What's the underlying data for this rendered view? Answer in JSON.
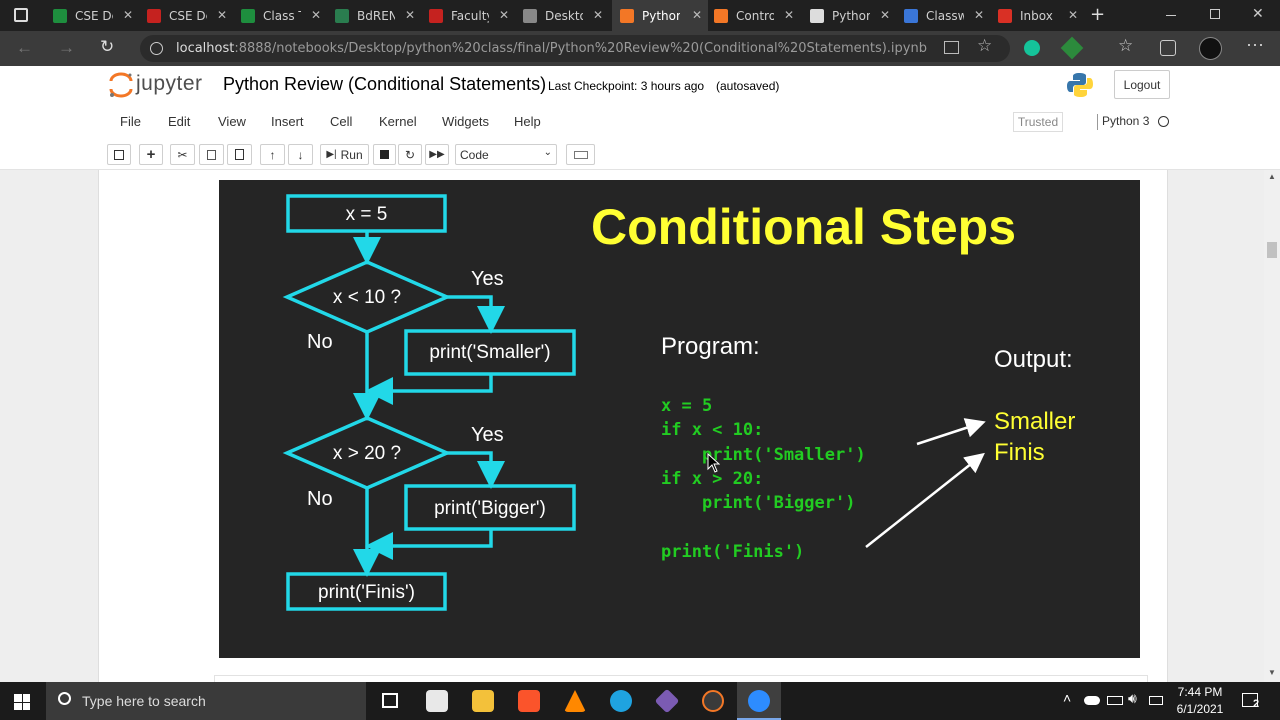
{
  "browser": {
    "tabs": [
      {
        "label": "CSE De",
        "active": false
      },
      {
        "label": "CSE De",
        "active": false
      },
      {
        "label": "Class T",
        "active": false
      },
      {
        "label": "BdREN",
        "active": false
      },
      {
        "label": "Faculty",
        "active": false
      },
      {
        "label": "Deskto",
        "active": false
      },
      {
        "label": "Pythor",
        "active": true
      },
      {
        "label": "Contro",
        "active": false
      },
      {
        "label": "Pythor",
        "active": false
      },
      {
        "label": "Classw",
        "active": false
      },
      {
        "label": "Inbox",
        "active": false
      }
    ],
    "tab_close": "✕",
    "new_tab": "+",
    "address": {
      "host": "localhost",
      "path": ":8888/notebooks/Desktop/python%20class/final/Python%20Review%20(Conditional%20Statements).ipynb"
    }
  },
  "jupyter": {
    "logo_text": "jupyter",
    "notebook_title": "Python Review (Conditional Statements)",
    "checkpoint": "Last Checkpoint: 3 hours ago",
    "autosaved": "(autosaved)",
    "logout_label": "Logout",
    "menu": [
      "File",
      "Edit",
      "View",
      "Insert",
      "Cell",
      "Kernel",
      "Widgets",
      "Help"
    ],
    "trusted_label": "Trusted",
    "kernel_label": "Python 3",
    "run_label": "Run",
    "cell_type": "Code"
  },
  "slide": {
    "title": "Conditional Steps",
    "flow": {
      "assign": "x = 5",
      "cond1": "x < 10 ?",
      "action1": "print('Smaller')",
      "cond2": "x > 20 ?",
      "action2": "print('Bigger')",
      "final": "print('Finis')",
      "yes": "Yes",
      "no": "No"
    },
    "program_label": "Program:",
    "code_lines": [
      "x = 5",
      "if x < 10:",
      "    print('Smaller')",
      "if x > 20:",
      "    print('Bigger')",
      "",
      "print('Finis')"
    ],
    "output_label": "Output:",
    "output_lines": [
      "Smaller",
      "Finis"
    ],
    "colors": {
      "flow": "#22d8e8",
      "title": "#ffff33",
      "code": "#22cc22",
      "output": "#ffff33"
    }
  },
  "taskbar": {
    "search_placeholder": "Type here to search",
    "time": "7:44 PM",
    "date": "6/1/2021",
    "notifications": "2"
  }
}
